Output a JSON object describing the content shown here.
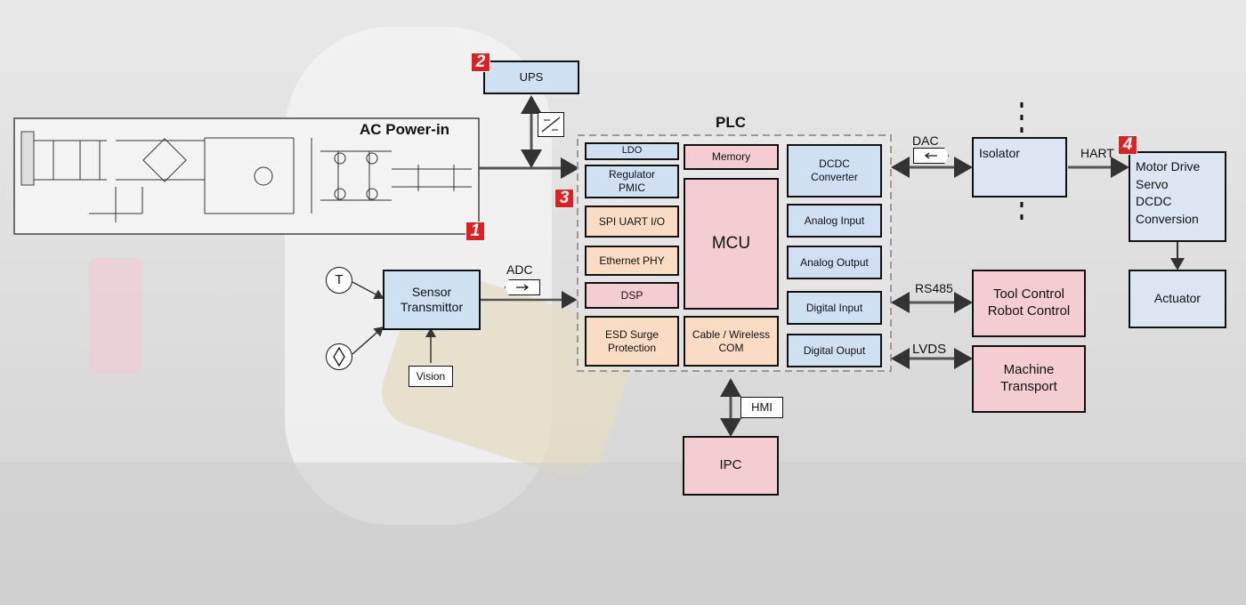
{
  "ac_power": {
    "title": "AC Power-in"
  },
  "ups": {
    "label": "UPS"
  },
  "plc": {
    "title": "PLC",
    "ldo": "LDO",
    "regulator": [
      "Regulator",
      "PMIC"
    ],
    "spi": "SPI UART I/O",
    "ethernet": "Ethernet PHY",
    "dsp": "DSP",
    "esd": [
      "ESD Surge",
      "Protection"
    ],
    "memory": "Memory",
    "mcu": "MCU",
    "cable": [
      "Cable / Wireless",
      "COM"
    ],
    "dcdc": [
      "DCDC",
      "Converter"
    ],
    "analog_input": "Analog Input",
    "analog_output": "Analog Output",
    "digital_input": "Digital Input",
    "digital_output": "Digital Ouput"
  },
  "sensor": {
    "box": [
      "Sensor",
      "Transmittor"
    ],
    "t_symbol": "T",
    "vision": "Vision",
    "adc": "ADC"
  },
  "links": {
    "dac": "DAC",
    "hart": "HART",
    "rs485": "RS485",
    "lvds": "LVDS",
    "hmi": "HMI"
  },
  "isolator": "Isolator",
  "motor": [
    "Motor Drive",
    "Servo",
    "DCDC",
    "Conversion"
  ],
  "actuator": "Actuator",
  "tool": [
    "Tool Control",
    "Robot Control"
  ],
  "machine": [
    "Machine",
    "Transport"
  ],
  "ipc": "IPC",
  "badges": [
    "1",
    "2",
    "3",
    "4"
  ],
  "colors": {
    "blue": "#cfe0f3",
    "pink": "#f4cdd2",
    "peach": "#f9dcc3",
    "badge": "#e31e1e"
  }
}
